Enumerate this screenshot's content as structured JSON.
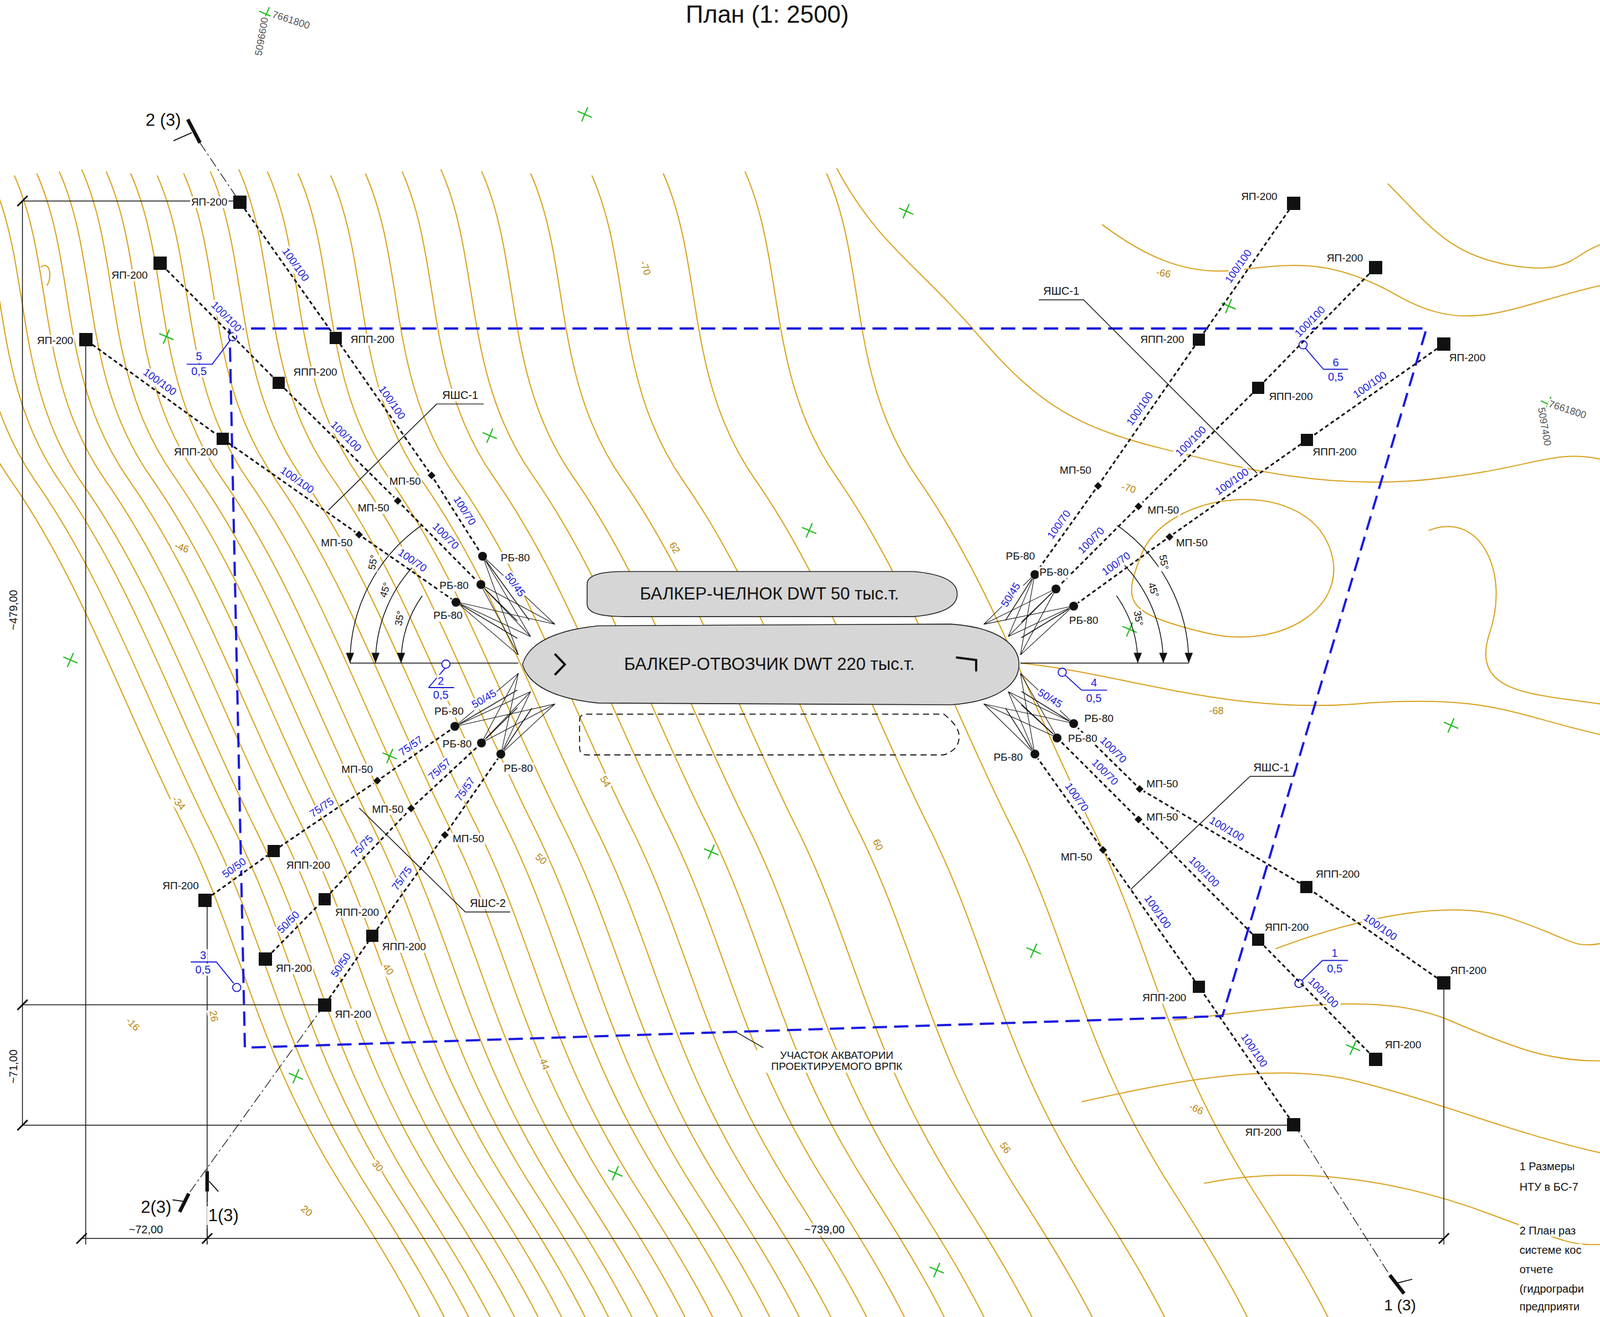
{
  "diagram": {
    "title": "План (1: 2500)",
    "nodes": [
      {
        "text": [
          "БАЛКЕР-ЧЕЛНОК DWT 50 тыс.т."
        ]
      },
      {
        "text": [
          "БАЛКЕР-ОТВОЗЧИК DWT 220 тыс.т."
        ]
      },
      {
        "text": [
          "ЯП-200"
        ]
      },
      {
        "text": [
          "ЯПП-200"
        ]
      },
      {
        "text": [
          "МП-50"
        ]
      },
      {
        "text": [
          "РБ-80"
        ]
      },
      {
        "text": [
          "ЯП-200"
        ]
      },
      {
        "text": [
          "ЯПП-200"
        ]
      },
      {
        "text": [
          "МП-50"
        ]
      },
      {
        "text": [
          "РБ-80"
        ]
      },
      {
        "text": [
          "ЯП-200"
        ]
      },
      {
        "text": [
          "ЯПП-200"
        ]
      },
      {
        "text": [
          "МП-50"
        ]
      },
      {
        "text": [
          "РБ-80"
        ]
      },
      {
        "text": [
          "ЯП-200"
        ]
      },
      {
        "text": [
          "ЯПП-200"
        ]
      },
      {
        "text": [
          "МП-50"
        ]
      },
      {
        "text": [
          "РБ-80"
        ]
      },
      {
        "text": [
          "ЯП-200"
        ]
      },
      {
        "text": [
          "ЯПП-200"
        ]
      },
      {
        "text": [
          "МП-50"
        ]
      },
      {
        "text": [
          "РБ-80"
        ]
      },
      {
        "text": [
          "ЯП-200"
        ]
      },
      {
        "text": [
          "ЯПП-200"
        ]
      },
      {
        "text": [
          "МП-50"
        ]
      },
      {
        "text": [
          "РБ-80"
        ]
      },
      {
        "text": [
          "ЯП-200"
        ]
      },
      {
        "text": [
          "ЯПП-200"
        ]
      },
      {
        "text": [
          "МП-50"
        ]
      },
      {
        "text": [
          "РБ-80"
        ]
      },
      {
        "text": [
          "ЯП-200"
        ]
      },
      {
        "text": [
          "ЯПП-200"
        ]
      },
      {
        "text": [
          "МП-50"
        ]
      },
      {
        "text": [
          "РБ-80"
        ]
      },
      {
        "text": [
          "ЯП-200"
        ]
      },
      {
        "text": [
          "ЯПП-200"
        ]
      },
      {
        "text": [
          "МП-50"
        ]
      },
      {
        "text": [
          "РБ-80"
        ]
      },
      {
        "text": [
          "ЯП-200"
        ]
      },
      {
        "text": [
          "ЯПП-200"
        ]
      },
      {
        "text": [
          "МП-50"
        ]
      },
      {
        "text": [
          "РБ-80"
        ]
      },
      {
        "text": [
          "ЯП-200"
        ]
      },
      {
        "text": [
          "ЯПП-200"
        ]
      },
      {
        "text": [
          "МП-50"
        ]
      },
      {
        "text": [
          "РБ-80"
        ]
      },
      {
        "text": [
          "ЯП-200"
        ]
      },
      {
        "text": [
          "ЯПП-200"
        ]
      },
      {
        "text": [
          "МП-50"
        ]
      },
      {
        "text": [
          "РБ-80"
        ]
      }
    ],
    "edges": [
      {
        "from": 2,
        "to": 3,
        "arrow": "none",
        "label": "100/100"
      },
      {
        "from": 3,
        "to": 4,
        "arrow": "none",
        "label": "100/100"
      },
      {
        "from": 4,
        "to": 5,
        "arrow": "none",
        "label": "100/70"
      },
      {
        "from": 1,
        "to": 5,
        "arrow": "none",
        "label": "50/45"
      },
      {
        "from": 6,
        "to": 7,
        "arrow": "none",
        "label": "100/100"
      },
      {
        "from": 7,
        "to": 8,
        "arrow": "none",
        "label": "100/100"
      },
      {
        "from": 8,
        "to": 9,
        "arrow": "none",
        "label": "100/70"
      },
      {
        "from": 1,
        "to": 9,
        "arrow": "none"
      },
      {
        "from": 10,
        "to": 11,
        "arrow": "none",
        "label": "100/100"
      },
      {
        "from": 11,
        "to": 12,
        "arrow": "none",
        "label": "100/100"
      },
      {
        "from": 12,
        "to": 13,
        "arrow": "none",
        "label": "100/70"
      },
      {
        "from": 1,
        "to": 13,
        "arrow": "none"
      },
      {
        "from": 14,
        "to": 15,
        "arrow": "none",
        "label": "50/50"
      },
      {
        "from": 15,
        "to": 16,
        "arrow": "none",
        "label": "75/75"
      },
      {
        "from": 16,
        "to": 17,
        "arrow": "none",
        "label": "75/57"
      },
      {
        "from": 1,
        "to": 17,
        "arrow": "none",
        "label": "50/45"
      },
      {
        "from": 18,
        "to": 19,
        "arrow": "none",
        "label": "50/50"
      },
      {
        "from": 19,
        "to": 20,
        "arrow": "none",
        "label": "75/75"
      },
      {
        "from": 20,
        "to": 21,
        "arrow": "none",
        "label": "75/57"
      },
      {
        "from": 1,
        "to": 21,
        "arrow": "none"
      },
      {
        "from": 22,
        "to": 23,
        "arrow": "none",
        "label": "50/50"
      },
      {
        "from": 23,
        "to": 24,
        "arrow": "none",
        "label": "75/75"
      },
      {
        "from": 24,
        "to": 25,
        "arrow": "none",
        "label": "75/57"
      },
      {
        "from": 1,
        "to": 25,
        "arrow": "none"
      },
      {
        "from": 26,
        "to": 27,
        "arrow": "none",
        "label": "100/100"
      },
      {
        "from": 27,
        "to": 28,
        "arrow": "none",
        "label": "100/100"
      },
      {
        "from": 28,
        "to": 29,
        "arrow": "none",
        "label": "100/70"
      },
      {
        "from": 1,
        "to": 29,
        "arrow": "none",
        "label": "50/45"
      },
      {
        "from": 30,
        "to": 31,
        "arrow": "none",
        "label": "100/100"
      },
      {
        "from": 31,
        "to": 32,
        "arrow": "none",
        "label": "100/100"
      },
      {
        "from": 32,
        "to": 33,
        "arrow": "none",
        "label": "100/70"
      },
      {
        "from": 1,
        "to": 33,
        "arrow": "none"
      },
      {
        "from": 34,
        "to": 35,
        "arrow": "none",
        "label": "100/100"
      },
      {
        "from": 35,
        "to": 36,
        "arrow": "none",
        "label": "100/100"
      },
      {
        "from": 36,
        "to": 37,
        "arrow": "none",
        "label": "100/70"
      },
      {
        "from": 1,
        "to": 37,
        "arrow": "none"
      },
      {
        "from": 38,
        "to": 39,
        "arrow": "none",
        "label": "100/100"
      },
      {
        "from": 39,
        "to": 40,
        "arrow": "none",
        "label": "100/100"
      },
      {
        "from": 40,
        "to": 41,
        "arrow": "none",
        "label": "100/70"
      },
      {
        "from": 1,
        "to": 41,
        "arrow": "none"
      },
      {
        "from": 42,
        "to": 43,
        "arrow": "none",
        "label": "100/100"
      },
      {
        "from": 43,
        "to": 44,
        "arrow": "none",
        "label": "100/100"
      },
      {
        "from": 44,
        "to": 45,
        "arrow": "none",
        "label": "100/70"
      },
      {
        "from": 1,
        "to": 45,
        "arrow": "none"
      },
      {
        "from": 46,
        "to": 47,
        "arrow": "none",
        "label": "100/100"
      },
      {
        "from": 47,
        "to": 48,
        "arrow": "none",
        "label": "100/100"
      },
      {
        "from": 48,
        "to": 49,
        "arrow": "none",
        "label": "100/70"
      },
      {
        "from": 1,
        "to": 49,
        "arrow": "none",
        "label": "50/45"
      }
    ],
    "labels": [
      "7661800",
      "5096600",
      "7661800",
      "5097400",
      "2 (3)",
      "~479,00",
      "~71,00",
      "~72,00",
      "~739,00",
      "5",
      "0,5",
      "6",
      "0,5",
      "2",
      "0,5",
      "4",
      "0,5",
      "3",
      "0,5",
      "1",
      "0,5",
      "ЯШС-1",
      "ЯШС-1",
      "ЯШС-1",
      "ЯШС-2",
      "55°",
      "45°",
      "35°",
      "55°",
      "45°",
      "35°",
      "УЧАСТОК АКВАТОРИИ ПРОЕКТИРУЕМОГО ВРПК",
      "2(3)",
      "1(3)",
      "1 (3)",
      "-70",
      "-66",
      "-70",
      "62",
      "-46",
      "54",
      "50",
      "60",
      "-34",
      "-68",
      "40",
      "26",
      "-16",
      "44",
      "-66",
      "56",
      "30",
      "20",
      "1 Размеры",
      "НТУ в БС-7",
      "2 План раз",
      "системе кос",
      "отчете",
      "(гидрографи",
      "предприяти"
    ]
  }
}
